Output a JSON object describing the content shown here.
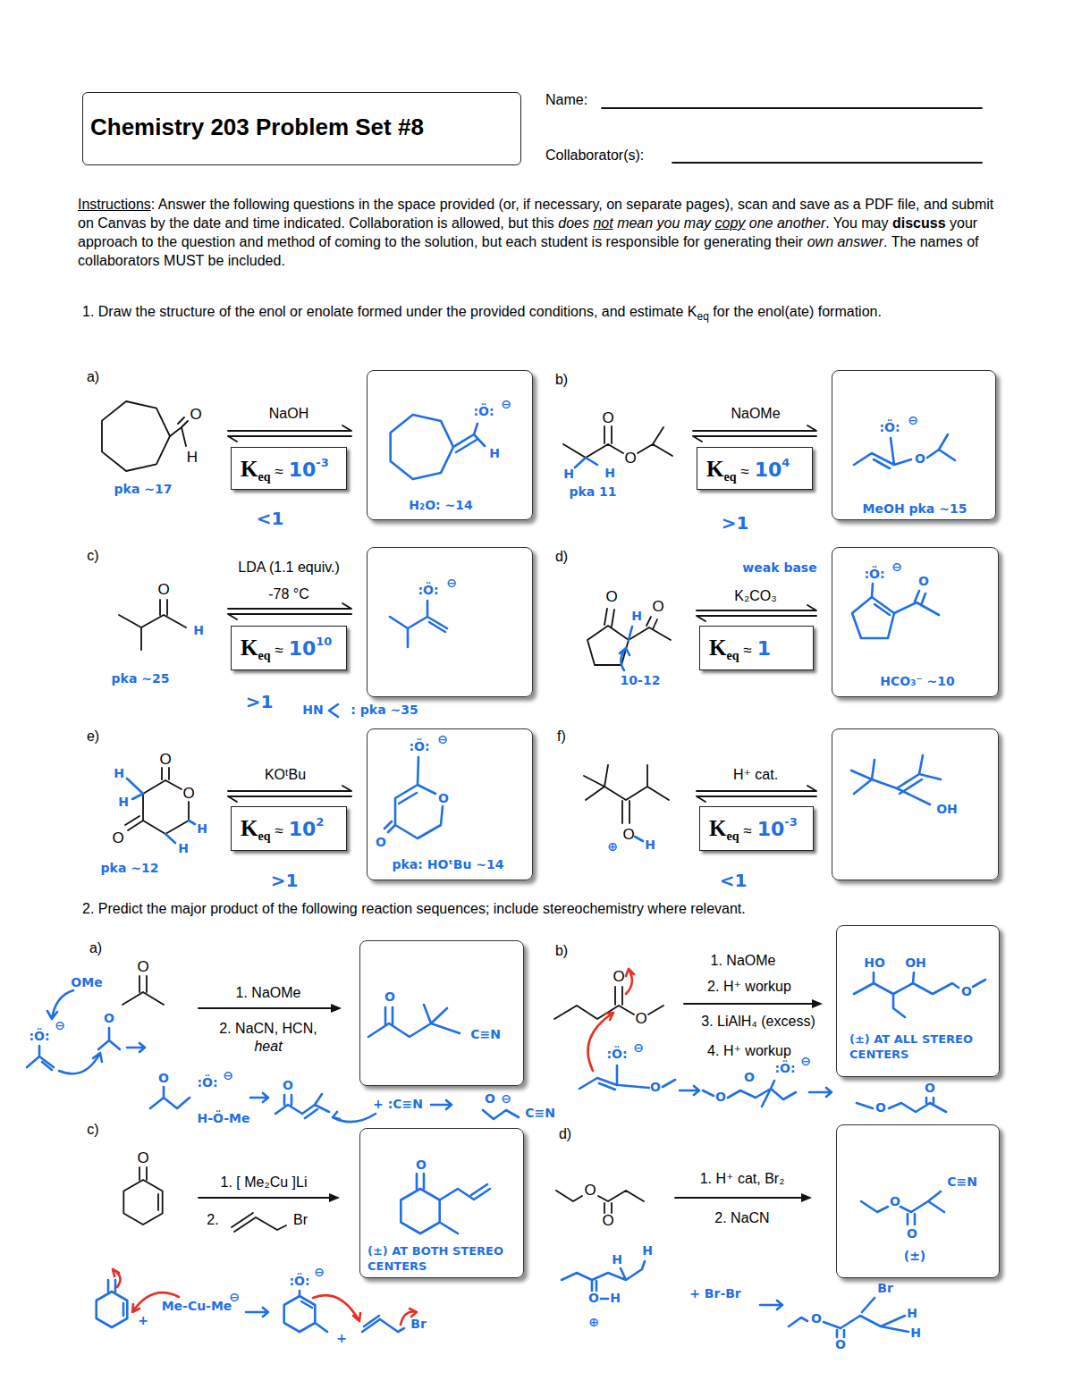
{
  "diagram": {
    "nodes": [
      {
        "text": [
          "Chemistry 203 Problem Set #8"
        ]
      },
      {
        "text": [
          "K",
          "eq",
          "≈",
          "10",
          "-3"
        ]
      },
      {
        "text": [
          ":Ö:",
          "⊖",
          "H",
          "H₂O: ~14"
        ]
      },
      {
        "text": [
          "K",
          "eq",
          "≈",
          "10",
          "4"
        ]
      },
      {
        "text": [
          ":Ö:",
          "⊖",
          "O",
          "MeOH pka ~15"
        ]
      },
      {
        "text": [
          "K",
          "eq",
          "≈",
          "10",
          "10"
        ]
      },
      {
        "text": [
          ":Ö:",
          "⊖"
        ]
      },
      {
        "text": [
          "K",
          "eq",
          "≈",
          "1"
        ]
      },
      {
        "text": [
          ":Ö:",
          "⊖",
          "O",
          "HCO₃⁻ ~10"
        ]
      },
      {
        "text": [
          "K",
          "eq",
          "≈",
          "10",
          "2"
        ]
      },
      {
        "text": [
          ":Ö:",
          "⊖",
          "O",
          "O",
          "pka: HOᵗBu ~14"
        ]
      },
      {
        "text": [
          "K",
          "eq",
          "≈",
          "10",
          "-3"
        ]
      },
      {
        "text": [
          "OH"
        ]
      },
      {
        "text": [
          "O",
          "C≡N"
        ]
      },
      {
        "text": [
          "HO",
          "OH",
          "O",
          "(±) AT ALL STEREO CENTERS"
        ]
      },
      {
        "text": [
          "O",
          "(±) AT BOTH STEREO CENTERS"
        ]
      },
      {
        "text": [
          "C≡N",
          "O",
          "O",
          "(±)"
        ]
      }
    ],
    "labels": [
      "Name:",
      "Collaborator(s):",
      "Instructions",
      ": Answer the following questions in the space provided (or, if necessary, on separate pages), scan and save as a PDF file, and submit on Canvas by the date and time indicated. Collaboration is allowed, but this",
      "does",
      "not",
      "mean you may",
      "copy",
      "one another",
      ". You may",
      "discuss",
      "your approach to the question and method of coming to the solution, but each student is responsible for generating their",
      "own answer",
      ". The names of collaborators MUST be included.",
      "1. Draw the structure of the enol or enolate formed under the provided conditions, and estimate K",
      "eq",
      "for the enol(ate) formation.",
      "a)",
      "O",
      "H",
      "pka ~17",
      "NaOH",
      "<1",
      "b)",
      "O",
      "O",
      "H",
      "H",
      "pka 11",
      "NaOMe",
      ">1",
      "c)",
      "O",
      "H",
      "pka ~25",
      "LDA (1.1 equiv.)",
      "-78 °C",
      ">1",
      "HN",
      ": pka ~35",
      "d)",
      "O",
      "H",
      "O",
      "10-12",
      "weak base",
      "K₂CO₃",
      "e)",
      "O",
      "O",
      "O",
      "H",
      "H",
      "H",
      "H",
      "pka ~12",
      "KOᵗBu",
      ">1",
      "f)",
      "O",
      "⊕",
      "H",
      "H⁺ cat.",
      "<1",
      "2. Predict the major product of the following reaction sequences; include stereochemistry where relevant.",
      "a)",
      "O",
      "1. NaOMe",
      "2. NaCN, HCN,",
      "heat",
      "OMe",
      ":Ö:",
      "⊖",
      "O",
      "O",
      ":Ö:",
      "⊖",
      "H-Ö-Me",
      "O",
      "+ :C≡N",
      "O",
      "⊖",
      "C≡N",
      "b)",
      "O",
      "O",
      "1. NaOMe",
      "2. H⁺ workup",
      "3. LiAlH₄ (excess)",
      "4. H⁺ workup",
      ":Ö:",
      "⊖",
      "O",
      "O",
      ":Ö:",
      "⊖",
      "O",
      "O",
      "O",
      "c)",
      "O",
      "1. [ Me₂Cu ]Li",
      "2.",
      "Br",
      "+",
      "Me-Cu-Me",
      "⊖",
      ":Ö:",
      "⊖",
      "+",
      "Br",
      "d)",
      "O",
      "O",
      "1. H⁺ cat, Br₂",
      "2. NaCN",
      "O",
      "H",
      "⊕",
      "H",
      "H",
      "+ Br-Br",
      "O",
      "O",
      "Br",
      "H",
      "H"
    ]
  }
}
